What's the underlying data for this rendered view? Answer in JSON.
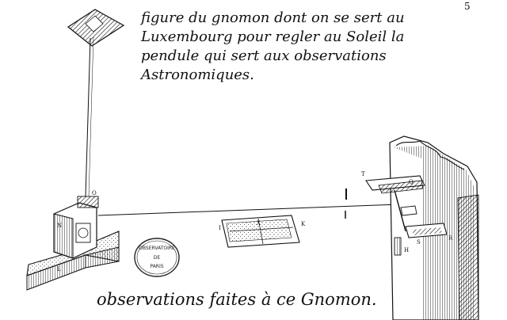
{
  "title": {
    "line1": "figure du gnomon dont on se sert au",
    "line2": "Luxembourg pour regler au Soleil la",
    "line3": "pendule qui sert aux observations",
    "line4": "Astronomiques."
  },
  "page_number": "5",
  "bottom_caption": "observations faites à ce Gnomon.",
  "stamp": {
    "top": "OBSERVATOIRE",
    "middle": "DE",
    "bottom": "PARIS"
  },
  "labels": {
    "o": "O",
    "n": "N",
    "l": "L",
    "i": "I",
    "k": "K",
    "t": "T",
    "q": "Q",
    "r": "R",
    "s": "S",
    "h": "H",
    "x": "X"
  }
}
